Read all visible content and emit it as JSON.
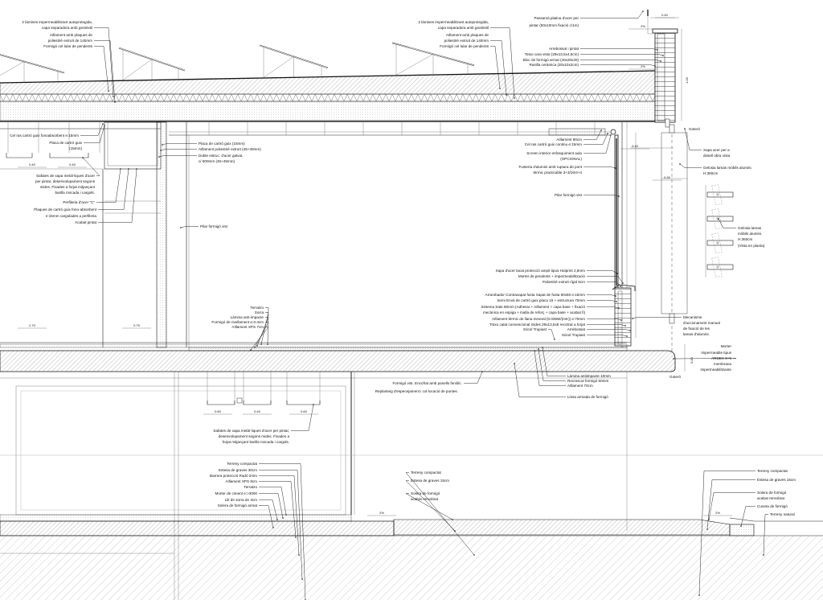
{
  "drawing": {
    "roof_left": [
      "2 làmines impermeabilitzant autoprotegida,",
      "capa separadora amb geotèxtil",
      "Aïllament amb plaques de",
      "poliestirè extruït de 140mm",
      "Formigó cel·lular de pendents"
    ],
    "roof_mid": [
      "2 làmines impermeabilitzant autoprotegida,",
      "capa separadora amb geotèxtil",
      "Aïllament amb plaques de",
      "poliestirè extruït de 140mm",
      "Formigó cel·lular de pendents"
    ],
    "parapet": [
      "Passamà platina d'acer per",
      "pintar (50x10mm fixació c/1m)",
      "Arrebossat i pintat",
      "Totxo cara vista (29x13,5x4,5cm)",
      "Bloc de formigó armat (40x20x20)",
      "Rasilla ceràmica (20x10x2cm)"
    ],
    "ceiling_left": [
      "Cel ras cartró guix fonoabsorbent e:15mm",
      "Placa de cartró guix",
      "(15mm)",
      "Safates de xapa metàl·liques d'acer",
      "per pintar, desenvolupament segons",
      "mides. Fixades a forjat mitjançant",
      "barilla roscada i cargols.",
      "Perfileria d'acer \"C\"",
      "Plaques de cartró guix fono-absorbent",
      "e:15mm cargolades a perfileria",
      "Acabat pintat"
    ],
    "partition": [
      "Placa de cartró guix (15mm)",
      "Aïllament poliestirè extruït (45+40mm)",
      "Doble estruc. d'acer galvat.",
      "c/ 600mm (45+45mm)",
      "Pilar formigó vist"
    ],
    "facade_top": [
      "Aïllament 80cm",
      "Cel ras cartró guix continu e:15mm",
      "Screen interior enfosquiment aula",
      "(OPCIONAL)",
      "Fusteria d'alumini amb ruptura de pont",
      "tèrmic practicable 3+3/16/4+4",
      "Pilar formigó vist"
    ],
    "louvres": [
      "Goteró",
      "Xapa acer per a",
      "dintell obra vista",
      "Gelosia lamas mòbils alumini.",
      "H:360cm",
      "Gelosia lamas",
      "mòbils alumini.",
      "H:360cm",
      "(Vista en planta)"
    ],
    "sill": [
      "Xapa d'acer lacat protecció ampit tipus Hotprint 2,8mm",
      "Morter de pendents + impermeabilització",
      "Poliestirè extruït rígid 6cm",
      "Arrambador Contraxapat fusta Xapat de fusta 60x60 e:15mm",
      "Semi Envà de cartró guix placa 15 + estructura 70mm",
      "Sistema Sate 80mm (Adhesiu + Aïllament + capa base + fixació",
      "mecànica en espiga + malla de reforç + capa base + acabat fi)",
      "Aïllament tèrmic de llana mineral (0.035W/(mK)) e:70mm",
      "Totxo calat convencional mides 29x13,5x8 recolzat a forjat",
      "Arrebossat",
      "Sòcol Trupiast",
      "Sòcol Trupiast"
    ],
    "edge": [
      "Mecanisme",
      "d'accionament manual",
      "de fixació de les",
      "lamas d'alumini.",
      "Morter",
      "impermeable tipus",
      "ARDEX 8+9",
      "membrana",
      "impermeabilitzante",
      "Goteró"
    ],
    "floor": [
      "Terratzo",
      "Sorra",
      "Làmina anti-impacte",
      "Formigó de rivellament e:3-4cm",
      "Aïllament XPS 7cm"
    ],
    "slab": [
      "Formigó vist. Encofrat amb panells fenòlic.",
      "Replanteig d'especejament i col·locació de puntes.",
      "Làmina antiimpacte 10mm",
      "Recrescut formigó 50mm",
      "Aïllament 70cm",
      "Llosa armada de formigó"
    ],
    "lower_trays": [
      "Safates de xapa metàl·liques d'acer per pintar,",
      "desenvolupament segons mides. Fixades a",
      "forjat mitjançant barilla roscada i cargols."
    ],
    "ground_left": [
      "Terreny compactat",
      "Estesa de graves 30cm",
      "Barrera protecció Radó 2mm",
      "Aïllament XPS 8cm",
      "Terratzo",
      "Morter de ciment e:>3000",
      "Llit de sorra de 3cm",
      "Solera de formigó armat"
    ],
    "ground_mid": [
      "Terreny compactat",
      "Estesa de graves 15cm",
      "Solera de formigó",
      "acabat remolinat"
    ],
    "ground_right": [
      "Terreny compactat",
      "Estesa de graves 15cm",
      "Solera de formigó",
      "acabat remolinat",
      "Cuneta de formigó",
      "Terreny natural"
    ],
    "dimensions": [
      "0.40",
      "0.40",
      "0.40",
      "2%",
      "2%",
      "0.40",
      "0.30",
      "2.70",
      "0.75",
      "0.40",
      "0.60",
      "0.40",
      "0.60",
      "2%",
      "2%",
      "1.00"
    ]
  }
}
